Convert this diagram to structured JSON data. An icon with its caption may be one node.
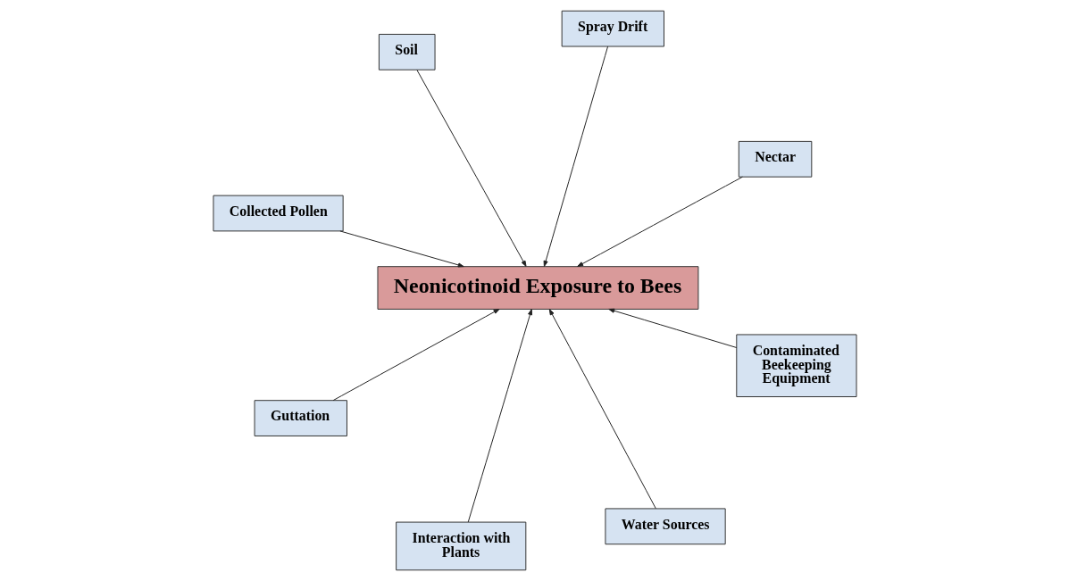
{
  "diagram": {
    "nodes": [
      {
        "text": [
          "Collected Pollen"
        ]
      },
      {
        "text": [
          "Nectar"
        ]
      },
      {
        "text": [
          "Water Sources"
        ]
      },
      {
        "text": [
          "Spray Drift"
        ]
      },
      {
        "text": [
          "Neonicotinoid Exposure to Bees"
        ]
      },
      {
        "text": [
          "Soil"
        ]
      },
      {
        "text": [
          "Guttation"
        ]
      },
      {
        "text": [
          "Contaminated Beekeeping Equipment"
        ]
      },
      {
        "text": [
          "Interaction with Plants"
        ]
      }
    ],
    "edges": [
      {
        "from": 0,
        "to": 4,
        "arrow": "to"
      },
      {
        "from": 1,
        "to": 4,
        "arrow": "to"
      },
      {
        "from": 2,
        "to": 4,
        "arrow": "to"
      },
      {
        "from": 3,
        "to": 4,
        "arrow": "to"
      },
      {
        "from": 5,
        "to": 4,
        "arrow": "to"
      },
      {
        "from": 6,
        "to": 4,
        "arrow": "to"
      },
      {
        "from": 7,
        "to": 4,
        "arrow": "to"
      },
      {
        "from": 8,
        "to": 4,
        "arrow": "to"
      }
    ]
  }
}
